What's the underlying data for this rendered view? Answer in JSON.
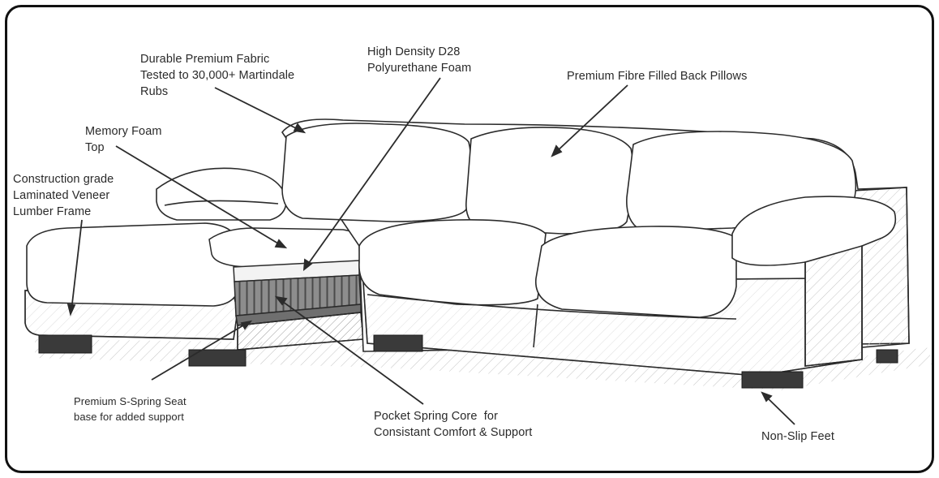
{
  "labels": {
    "fabric": "Durable Premium Fabric\nTested to 30,000+ Martindale\nRubs",
    "foam_d28": "High Density D28\nPolyurethane Foam",
    "pillows": "Premium Fibre Filled Back Pillows",
    "memory_foam": "Memory Foam\nTop",
    "frame": "Construction grade\nLaminated Veneer\nLumber Frame",
    "s_spring": "Premium S-Spring Seat\nbase for added support",
    "pocket_spring": "Pocket Spring Core  for\nConsistant Comfort & Support",
    "feet": "Non-Slip Feet"
  },
  "colors": {
    "border": "#111111",
    "line": "#2b2b2b",
    "text": "#2a2a2a",
    "background": "#ffffff"
  }
}
